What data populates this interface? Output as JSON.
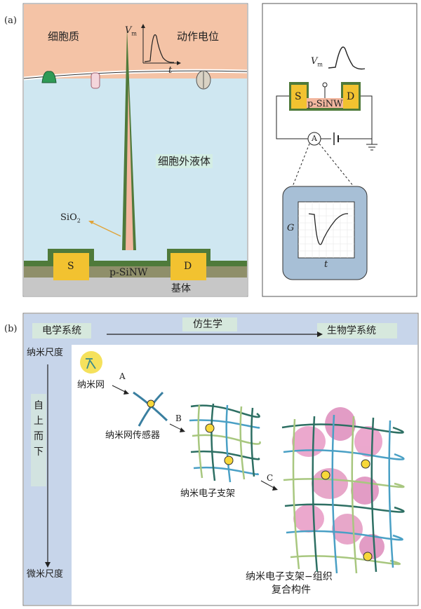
{
  "panel_a": {
    "tag": "(a)",
    "cytoplasm": "细胞质",
    "action_potential": "动作电位",
    "vm_axis": "V",
    "vm_sub": "m",
    "t_axis": "t",
    "extracellular": "细胞外液体",
    "sio2": "SiO",
    "sio2_sub": "2",
    "source": "S",
    "drain": "D",
    "nanowire": "p-SiNW",
    "substrate": "基体"
  },
  "panel_a_right": {
    "vm_label": "V",
    "vm_sub": "m",
    "source": "S",
    "drain": "D",
    "nanowire": "p-SiNW",
    "ammeter": "A",
    "g_axis": "G",
    "t_axis": "t"
  },
  "panel_b": {
    "tag": "(b)",
    "electronic": "电学系统",
    "bionics": "仿生学",
    "biological": "生物学系统",
    "nano_scale": "纳米尺度",
    "top_down": [
      "自",
      "上",
      "而",
      "下"
    ],
    "micro_scale": "微米尺度",
    "nanonet": "纳米网",
    "step_a": "A",
    "nanonet_sensor": "纳米网传感器",
    "step_b": "B",
    "scaffold": "纳米电子支架",
    "step_c": "C",
    "hybrid_line1": "纳米电子支架−组织",
    "hybrid_line2": "复合构件"
  },
  "colors": {
    "cytoplasm": "#f4c3a6",
    "extracellular": "#cfe7f1",
    "electrode": "#f2c230",
    "passivation": "#4f7a3a",
    "axis_band": "#c7d5ea",
    "node": "#f7d83a"
  }
}
